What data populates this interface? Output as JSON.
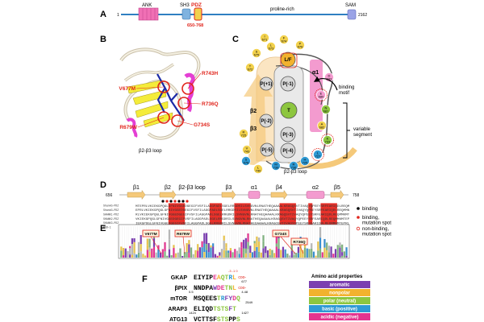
{
  "colors": {
    "backbone": "#2f7fc1",
    "ank": "#f06fb4",
    "sh3": "#7fb3e0",
    "pdz": "#f2d14c",
    "sam": "#9aa3e6",
    "mutation": "#e0241b",
    "yellow_sheet": "#f4ec3a",
    "magenta_helix": "#e43fd4",
    "ligand": "#1b2aa6",
    "beta": "#f5c97a",
    "alpha": "#f39bcf",
    "aromatic": "#7b3fb0",
    "nonpolar": "#f2b22e",
    "polar": "#8dc63f",
    "basic": "#2f9ad4",
    "acidic": "#e3348f"
  },
  "panel_a": {
    "label": "A",
    "start": "1",
    "end": "2162",
    "ank": "ANK",
    "sh3": "SH3",
    "pdz": "PDZ",
    "pdz_range": "650-768",
    "proline": "proline-rich",
    "sam": "SAM"
  },
  "panel_b": {
    "label": "B",
    "mutations": [
      "V677M",
      "R743H",
      "R736Q",
      "R679W",
      "G734S"
    ],
    "loop": "β2-β3 loop"
  },
  "panel_c": {
    "label": "C",
    "pockets": [
      "L/F",
      "P(-1)",
      "P(+1)",
      "T",
      "P(-3)",
      "P(-2)",
      "P(-4)",
      "P(-5)"
    ],
    "pocket_small": [
      "P(0)",
      "P(-2)"
    ],
    "beta2": "β2",
    "beta3": "β3",
    "alpha1": "α1",
    "binding_motif": "binding\nmotif",
    "variable": "variable\nsegment",
    "loop": "β2-β3 loop",
    "residues": [
      "F 674",
      "P 676",
      "L 673",
      "S 675",
      "T 672",
      "I 671",
      "E 680",
      "N 681",
      "A 682",
      "K 733",
      "L 727",
      "H 725",
      "R 736",
      "M 739",
      "L 740",
      "V 743",
      "R 725",
      "D 683",
      "S 678"
    ]
  },
  "panel_d": {
    "label": "D",
    "start": "656",
    "end": "758",
    "elements": [
      "β1",
      "β2",
      "β2-β3 loop",
      "β3",
      "α1",
      "β4",
      "α2",
      "β5"
    ],
    "seq_names": [
      "ShankG-PDZ",
      "ShankG-PDZ",
      "SHANK1-PDZ",
      "SHANK2-PDZ",
      "SHANK3-PDZ",
      "PSD-1"
    ],
    "legend": [
      "binding",
      "binding,\nmutation spot",
      "non-binding,\nmutation spot"
    ]
  },
  "panel_e": {
    "label": "E",
    "tags": [
      "V677M",
      "R679W",
      "G734S",
      "R736Q"
    ]
  },
  "panel_f": {
    "label": "F",
    "peptides": [
      {
        "name": "GKAP",
        "num_left": "",
        "num_right": "677",
        "seq": "EIYIPEAQTRL",
        "cterm": "coo-",
        "marks": "-3   -1 0"
      },
      {
        "name": "βPIX",
        "num_left": "0.5",
        "num_right": "4.48",
        "seq": "NNDPAWDETNL",
        "cterm": "coo-",
        "marks": ""
      },
      {
        "name": "mTOR",
        "num_left": "",
        "num_right": "2549",
        "seq": "MSQEESTRFYDQ",
        "cterm": "",
        "marks": ""
      },
      {
        "name": "ARAP3",
        "num_left": "1424",
        "num_right": "1427",
        "seq": "ELIQDTSTSFT",
        "cterm": "",
        "marks": ""
      },
      {
        "name": "ATG13",
        "num_left": "",
        "num_right": "226",
        "seq": "VCTTSFSTSPPS",
        "cterm": "",
        "marks": ""
      }
    ],
    "legend_title": "Amino acid properties",
    "legend": [
      "aromatic",
      "nonpolar",
      "polar (neutral)",
      "basic (positive)",
      "acidic (negative)"
    ]
  }
}
